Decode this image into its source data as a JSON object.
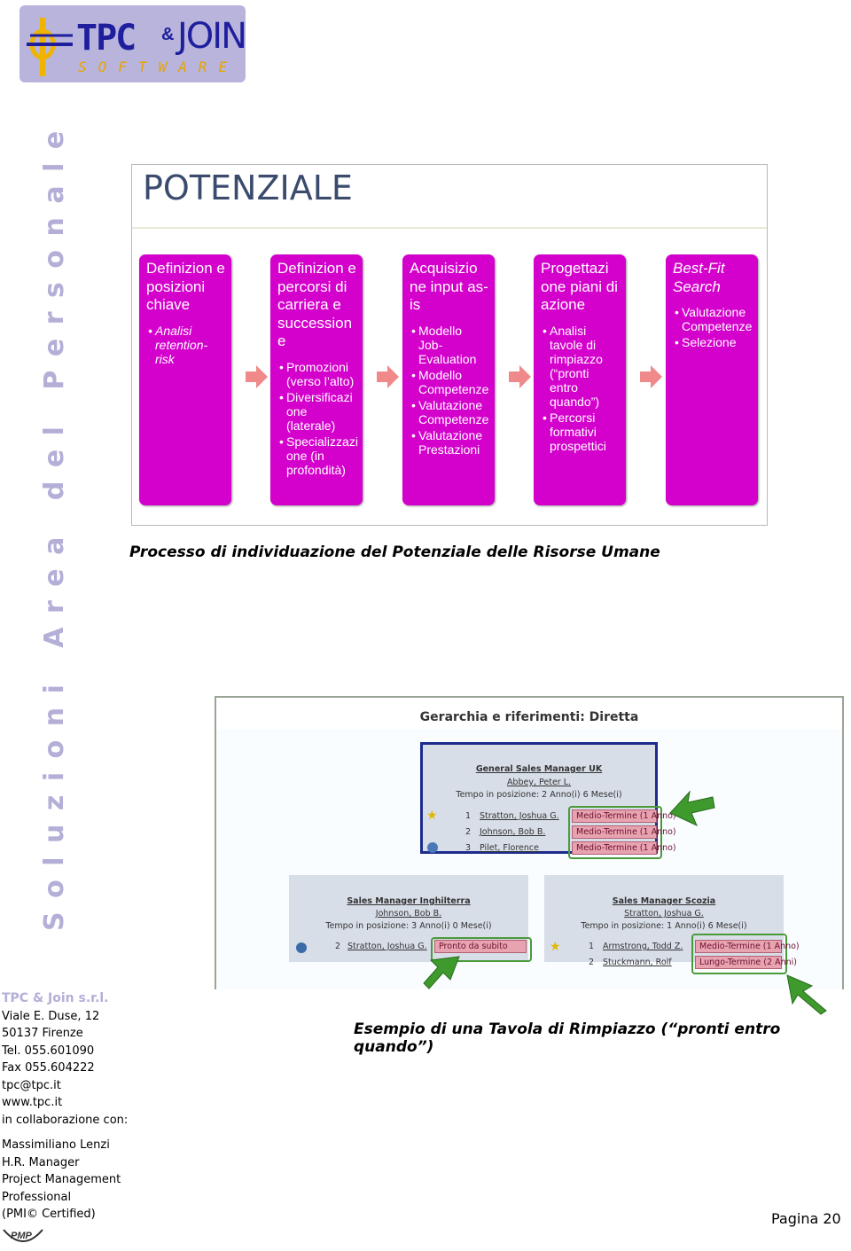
{
  "logo": {
    "tpc": "TPC",
    "amp": "&",
    "join": "JOIN",
    "software": "SOFTWARE"
  },
  "side_title": "Soluzioni Area del Personale",
  "figure1": {
    "title": "POTENZIALE",
    "steps": [
      {
        "heading": "Definizion e posizioni chiave",
        "heading_italic": false,
        "bullets": [
          {
            "text": "Analisi retention-risk",
            "italic": true
          }
        ]
      },
      {
        "heading": "Definizion e percorsi di carriera e succession e",
        "heading_italic": false,
        "bullets": [
          {
            "text": "Promozioni (verso l’alto)",
            "italic": false
          },
          {
            "text": "Diversificazi one (laterale)",
            "italic": false
          },
          {
            "text": "Specializzazi one (in profondità)",
            "italic": false
          }
        ]
      },
      {
        "heading": "Acquisizio ne input as-is",
        "heading_italic": false,
        "bullets": [
          {
            "text": "Modello Job-Evaluation",
            "italic": false
          },
          {
            "text": "Modello Competenze",
            "italic": false
          },
          {
            "text": "Valutazione Competenze",
            "italic": false
          },
          {
            "text": "Valutazione Prestazioni",
            "italic": false
          }
        ]
      },
      {
        "heading": "Progettazi one piani di azione",
        "heading_italic": false,
        "bullets": [
          {
            "text": "Analisi tavole di rimpiazzo (“pronti entro quando”)",
            "italic": false
          },
          {
            "text": "Percorsi formativi prospettici",
            "italic": false
          }
        ]
      },
      {
        "heading": "Best-Fit Search",
        "heading_italic": true,
        "bullets": [
          {
            "text": "Valutazione Competenze",
            "italic": false
          },
          {
            "text": "Selezione",
            "italic": false
          }
        ]
      }
    ],
    "caption": "Processo di individuazione del Potenziale delle Risorse Umane"
  },
  "figure2": {
    "title": "Gerarchia e riferimenti: Diretta",
    "top": {
      "role": "General Sales Manager UK",
      "name": "Abbey, Peter L.",
      "tenure": "Tempo in posizione:   2 Anno(i) 6 Mese(i)",
      "rows": [
        {
          "num": "1",
          "name": "Stratton, Joshua G.",
          "tag": "Medio-Termine (1 Anno)"
        },
        {
          "num": "2",
          "name": "Johnson, Bob B.",
          "tag": "Medio-Termine (1 Anno)"
        },
        {
          "num": "3",
          "name": "Pilet, Florence",
          "tag": "Medio-Termine (1 Anno)"
        }
      ]
    },
    "left": {
      "role": "Sales Manager Inghilterra",
      "name": "Johnson, Bob B.",
      "tenure": "Tempo in posizione:  3 Anno(i) 0 Mese(i)",
      "rows": [
        {
          "num": "2",
          "name": "Stratton, Joshua G.",
          "tag": "Pronto da subito"
        }
      ]
    },
    "right": {
      "role": "Sales Manager Scozia",
      "name": "Stratton, Joshua G.",
      "tenure": "Tempo in posizione:  1 Anno(i) 6 Mese(i)",
      "rows": [
        {
          "num": "1",
          "name": "Armstrong, Todd Z.",
          "tag": "Medio-Termine (1 Anno)"
        },
        {
          "num": "2",
          "name": "Stuckmann, Rolf",
          "tag": "Lungo-Termine (2 Anni)"
        }
      ]
    },
    "caption": "Esempio di una Tavola di Rimpiazzo (“pronti entro quando”)"
  },
  "contacts": {
    "company": "TPC & Join s.r.l.",
    "lines": [
      "Viale E. Duse, 12",
      "50137 Firenze",
      "Tel. 055.601090",
      "Fax 055.604222",
      "tpc@tpc.it",
      "www.tpc.it",
      "in collaborazione con:"
    ],
    "person": [
      "Massimiliano Lenzi",
      "H.R. Manager",
      "Project Management",
      "Professional",
      "(PMI© Certified)"
    ],
    "pmp_logo": "PMP"
  },
  "page": "Pagina 20",
  "colors": {
    "box": "#d400cc",
    "arrow": "#f08a8a",
    "side_title": "#b3afd7",
    "logo_bg": "#b8b4dc"
  }
}
